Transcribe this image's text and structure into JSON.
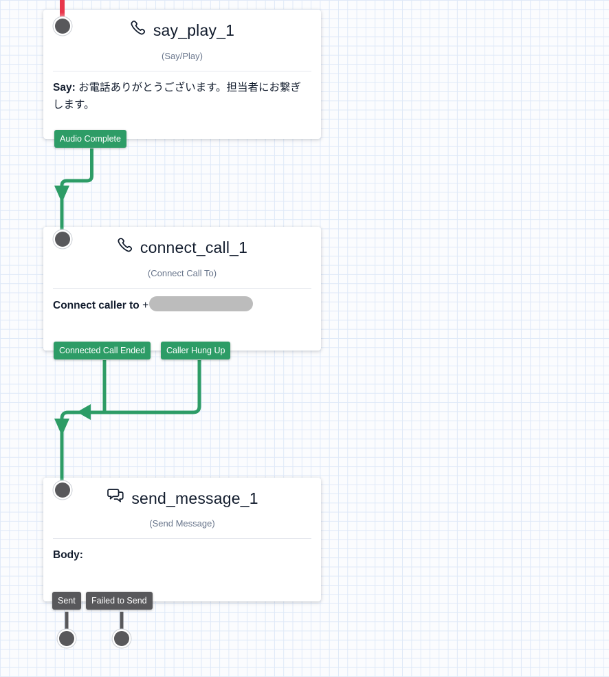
{
  "theme": {
    "canvas-bg": "#fbfcfe",
    "grid-line": "#dfe9f8",
    "title-color": "#121c2d",
    "subtitle-color": "#68758b",
    "transition-green": "#2d9c66",
    "transition-gray": "#58585b",
    "incoming-red": "#e8364b",
    "port-gray": "#58585b"
  },
  "flow": {
    "nodes": [
      {
        "name": "say_play_1",
        "type_label": "(Say/Play)",
        "icon": "phone-icon",
        "body_prefix": "Say:",
        "body_text": "お電話ありがとうございます。担当者にお繋ぎします。",
        "transitions": [
          {
            "label": "Audio Complete",
            "status_color": "#2d9c66"
          }
        ]
      },
      {
        "name": "connect_call_1",
        "type_label": "(Connect Call To)",
        "icon": "phone-icon",
        "body_prefix": "Connect caller to",
        "body_text": "+",
        "phone_number_redacted": true,
        "transitions": [
          {
            "label": "Connected Call Ended",
            "status_color": "#2d9c66"
          },
          {
            "label": "Caller Hung Up",
            "status_color": "#2d9c66"
          }
        ]
      },
      {
        "name": "send_message_1",
        "type_label": "(Send Message)",
        "icon": "chat-icon",
        "body_prefix": "Body:",
        "body_text": "",
        "transitions": [
          {
            "label": "Sent",
            "status_color": "#58585b"
          },
          {
            "label": "Failed to Send",
            "status_color": "#58585b"
          }
        ]
      }
    ]
  }
}
